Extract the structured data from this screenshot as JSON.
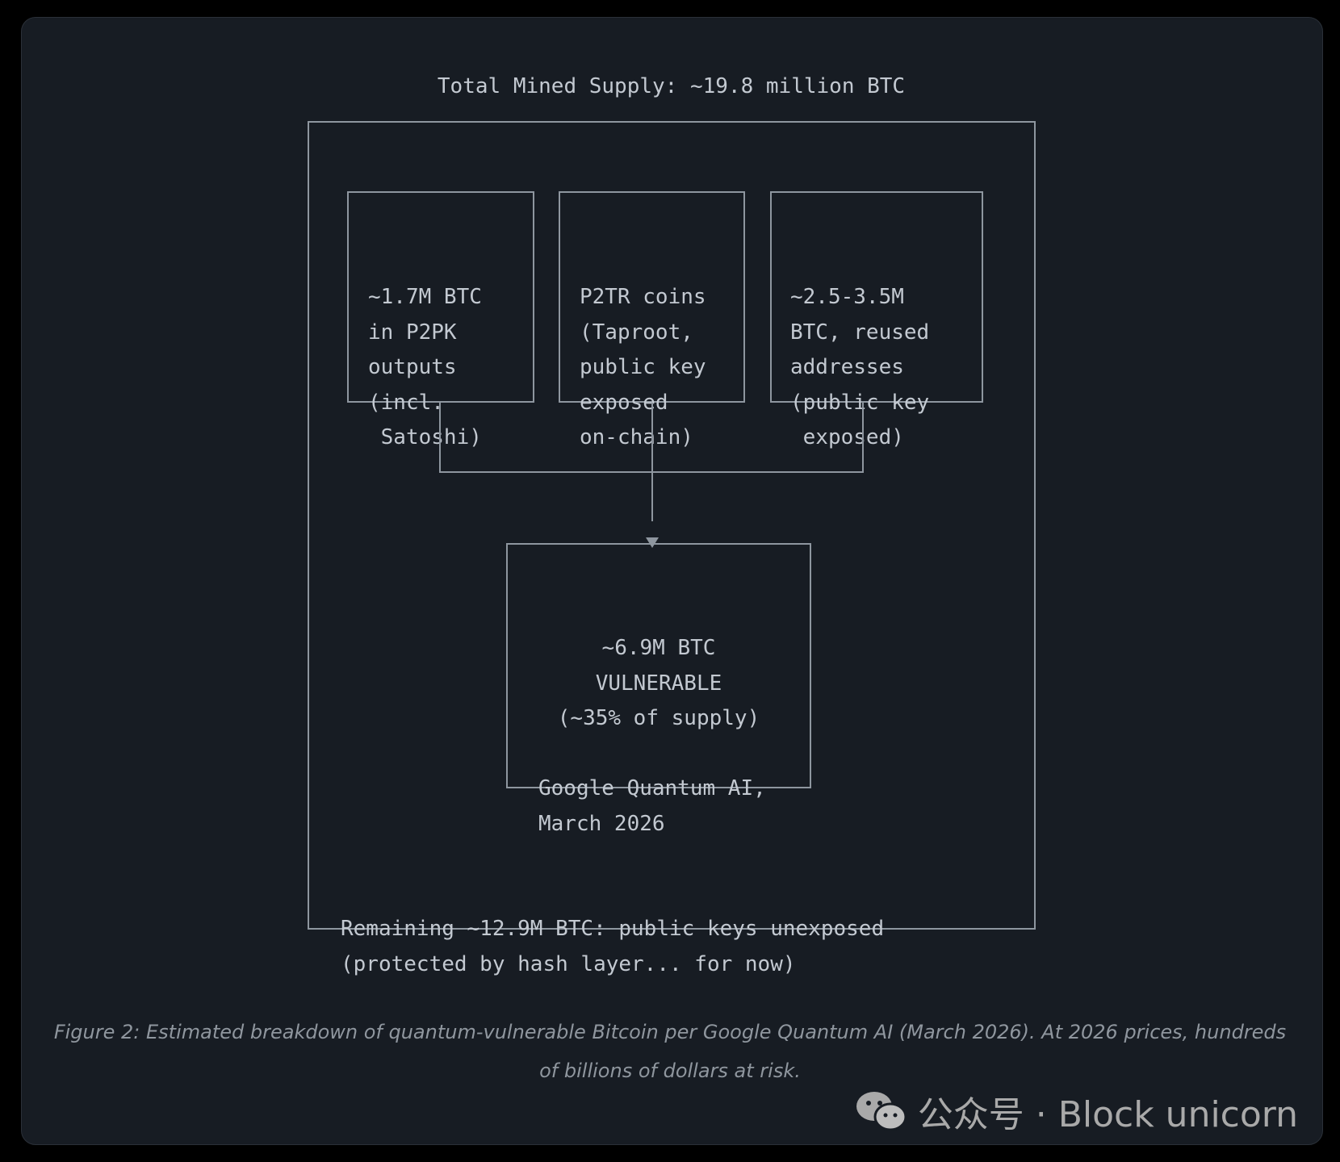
{
  "title": "Total Mined Supply: ~19.8 million BTC",
  "boxes": [
    {
      "lines": [
        "~1.7M BTC",
        "in P2PK",
        "outputs",
        "(incl.",
        " Satoshi)"
      ]
    },
    {
      "lines": [
        "P2TR coins",
        "(Taproot,",
        "public key",
        "exposed",
        "on-chain)"
      ]
    },
    {
      "lines": [
        "~2.5-3.5M",
        "BTC, reused",
        "addresses",
        "(public key",
        " exposed)"
      ]
    }
  ],
  "result": {
    "lines": [
      "~6.9M BTC",
      "VULNERABLE",
      "(~35% of supply)",
      "",
      "Google Quantum AI,",
      "March 2026"
    ]
  },
  "remaining": {
    "lines": [
      "Remaining ~12.9M BTC: public keys unexposed",
      "(protected by hash layer... for now)"
    ]
  },
  "caption": "Figure 2: Estimated breakdown of quantum-vulnerable Bitcoin per Google Quantum AI (March 2026). At 2026 prices, hundreds of billions of dollars at risk.",
  "watermark": "公众号 · Block unicorn"
}
